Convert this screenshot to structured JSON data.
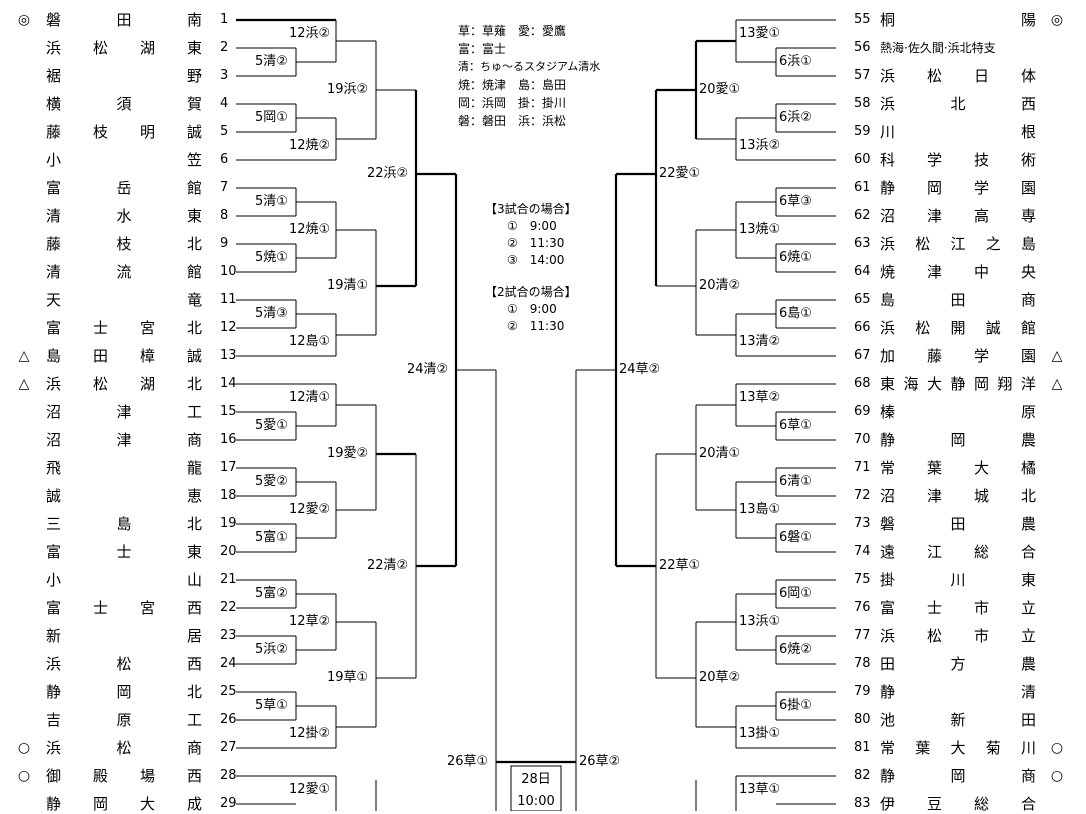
{
  "legend": [
    "草：草薙　愛：愛鷹",
    "富：富士",
    "清：ちゅ〜るスタジアム清水",
    "焼：焼津　島：島田",
    "岡：浜岡　掛：掛川",
    "磐：磐田　浜：浜松"
  ],
  "schedule": {
    "three_games": {
      "title": "【3試合の場合】",
      "times": [
        "①　9:00",
        "②　11:30",
        "③　14:00"
      ]
    },
    "two_games": {
      "title": "【2試合の場合】",
      "times": [
        "①　9:00",
        "②　11:30"
      ]
    }
  },
  "final": {
    "date": "28日",
    "time": "10:00"
  },
  "left_teams": [
    {
      "mark": "◎",
      "name": "磐田南",
      "no": "1"
    },
    {
      "mark": "",
      "name": "浜松湖東",
      "no": "2"
    },
    {
      "mark": "",
      "name": "裾野",
      "no": "3"
    },
    {
      "mark": "",
      "name": "横須賀",
      "no": "4"
    },
    {
      "mark": "",
      "name": "藤枝明誠",
      "no": "5"
    },
    {
      "mark": "",
      "name": "小笠",
      "no": "6"
    },
    {
      "mark": "",
      "name": "富岳館",
      "no": "7"
    },
    {
      "mark": "",
      "name": "清水東",
      "no": "8"
    },
    {
      "mark": "",
      "name": "藤枝北",
      "no": "9"
    },
    {
      "mark": "",
      "name": "清流館",
      "no": "10"
    },
    {
      "mark": "",
      "name": "天竜",
      "no": "11"
    },
    {
      "mark": "",
      "name": "富士宮北",
      "no": "12"
    },
    {
      "mark": "△",
      "name": "島田樟誠",
      "no": "13"
    },
    {
      "mark": "△",
      "name": "浜松湖北",
      "no": "14"
    },
    {
      "mark": "",
      "name": "沼津工",
      "no": "15"
    },
    {
      "mark": "",
      "name": "沼津商",
      "no": "16"
    },
    {
      "mark": "",
      "name": "飛龍",
      "no": "17"
    },
    {
      "mark": "",
      "name": "誠恵",
      "no": "18"
    },
    {
      "mark": "",
      "name": "三島北",
      "no": "19"
    },
    {
      "mark": "",
      "name": "富士東",
      "no": "20"
    },
    {
      "mark": "",
      "name": "小山",
      "no": "21"
    },
    {
      "mark": "",
      "name": "富士宮西",
      "no": "22"
    },
    {
      "mark": "",
      "name": "新居",
      "no": "23"
    },
    {
      "mark": "",
      "name": "浜松西",
      "no": "24"
    },
    {
      "mark": "",
      "name": "静岡北",
      "no": "25"
    },
    {
      "mark": "",
      "name": "吉原工",
      "no": "26"
    },
    {
      "mark": "○",
      "name": "浜松商",
      "no": "27"
    },
    {
      "mark": "○",
      "name": "御殿場西",
      "no": "28"
    },
    {
      "mark": "",
      "name": "静岡大成",
      "no": "29"
    }
  ],
  "right_teams": [
    {
      "no": "55",
      "name": "桐陽",
      "mark": "◎"
    },
    {
      "no": "56",
      "name": "熱海·佐久間·浜北特支",
      "mark": ""
    },
    {
      "no": "57",
      "name": "浜松日体",
      "mark": ""
    },
    {
      "no": "58",
      "name": "浜北西",
      "mark": ""
    },
    {
      "no": "59",
      "name": "川根",
      "mark": ""
    },
    {
      "no": "60",
      "name": "科学技術",
      "mark": ""
    },
    {
      "no": "61",
      "name": "静岡学園",
      "mark": ""
    },
    {
      "no": "62",
      "name": "沼津高専",
      "mark": ""
    },
    {
      "no": "63",
      "name": "浜松江之島",
      "mark": ""
    },
    {
      "no": "64",
      "name": "焼津中央",
      "mark": ""
    },
    {
      "no": "65",
      "name": "島田商",
      "mark": ""
    },
    {
      "no": "66",
      "name": "浜松開誠館",
      "mark": ""
    },
    {
      "no": "67",
      "name": "加藤学園",
      "mark": "△"
    },
    {
      "no": "68",
      "name": "東海大静岡翔洋",
      "mark": "△"
    },
    {
      "no": "69",
      "name": "榛原",
      "mark": ""
    },
    {
      "no": "70",
      "name": "静岡農",
      "mark": ""
    },
    {
      "no": "71",
      "name": "常葉大橘",
      "mark": ""
    },
    {
      "no": "72",
      "name": "沼津城北",
      "mark": ""
    },
    {
      "no": "73",
      "name": "磐田農",
      "mark": ""
    },
    {
      "no": "74",
      "name": "遠江総合",
      "mark": ""
    },
    {
      "no": "75",
      "name": "掛川東",
      "mark": ""
    },
    {
      "no": "76",
      "name": "富士市立",
      "mark": ""
    },
    {
      "no": "77",
      "name": "浜松市立",
      "mark": ""
    },
    {
      "no": "78",
      "name": "田方農",
      "mark": ""
    },
    {
      "no": "79",
      "name": "静清",
      "mark": ""
    },
    {
      "no": "80",
      "name": "池新田",
      "mark": ""
    },
    {
      "no": "81",
      "name": "常葉大菊川",
      "mark": "○"
    },
    {
      "no": "82",
      "name": "静岡商",
      "mark": "○"
    },
    {
      "no": "83",
      "name": "伊豆総合",
      "mark": ""
    }
  ],
  "left_games": {
    "r1": [
      "12浜②",
      "5清②",
      "5岡①",
      "12焼②",
      "5清①",
      "12焼①",
      "5焼①",
      "5清③",
      "12島①",
      "12清①",
      "5愛①",
      "5愛②",
      "12愛②",
      "5富①",
      "5富②",
      "12草②",
      "5浜②",
      "5草①",
      "12掛②",
      "12愛①"
    ],
    "r2": [
      "19浜②",
      "19清①",
      "19愛②",
      "19草①"
    ],
    "r3": [
      "22浜②",
      "22清②"
    ],
    "r4": [
      "24清②"
    ],
    "r5": [
      "26草①"
    ]
  },
  "right_games": {
    "r1": [
      "13愛①",
      "6浜①",
      "6浜②",
      "13浜②",
      "6草③",
      "13焼①",
      "6焼①",
      "6島①",
      "13清②",
      "13草②",
      "6草①",
      "6清①",
      "13島①",
      "6磐①",
      "6岡①",
      "13浜①",
      "6焼②",
      "6掛①",
      "13掛①",
      "13草①"
    ],
    "r2": [
      "20愛①",
      "20清②",
      "20清①",
      "20草②"
    ],
    "r3": [
      "22愛①",
      "22草①"
    ],
    "r4": [
      "24草②"
    ],
    "r5": [
      "26草②"
    ]
  }
}
